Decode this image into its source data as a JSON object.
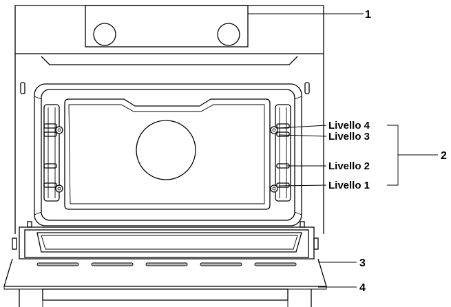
{
  "callouts": {
    "c1": "1",
    "c2": "2",
    "c3": "3",
    "c4": "4"
  },
  "levels": {
    "l4": "Livello 4",
    "l3": "Livello 3",
    "l2": "Livello 2",
    "l1": "Livello 1"
  }
}
